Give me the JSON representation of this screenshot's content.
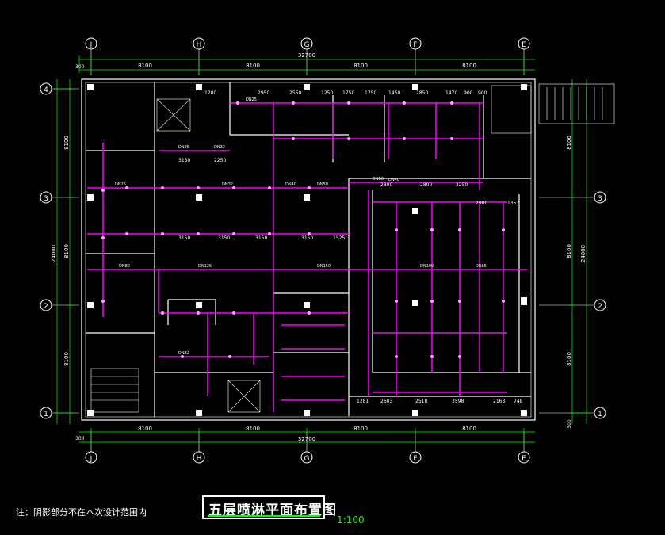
{
  "axes_top": [
    "J",
    "H",
    "G",
    "F",
    "E"
  ],
  "axes_bottom": [
    "J",
    "H",
    "G",
    "F",
    "E"
  ],
  "axes_left": [
    "4",
    "3",
    "2",
    "1"
  ],
  "axes_right": [
    "3",
    "2",
    "1"
  ],
  "dims_top_bays": [
    "8100",
    "8100",
    "8100",
    "8100"
  ],
  "dims_top_total": "32700",
  "dims_top_edge": "300",
  "dims_bottom_bays": [
    "8100",
    "8100",
    "8100",
    "8100"
  ],
  "dims_bottom_total": "32700",
  "dims_bottom_edge": "300",
  "dims_left_total": "24000",
  "dims_left_bays": [
    "8100",
    "8100",
    "8100"
  ],
  "dims_right_total": "24000",
  "dims_right_bays": [
    "8100",
    "8100",
    "8100"
  ],
  "dims_right_edge": "300",
  "top_segment_dims": [
    "1280",
    "2950",
    "2550",
    "1250",
    "1750",
    "1750",
    "1450",
    "2850",
    "1470",
    "900",
    "900"
  ],
  "grid_dims_h1": [
    "3150",
    "2250"
  ],
  "grid_dims_h2": [
    "3150",
    "3150",
    "3150",
    "3150",
    "1525"
  ],
  "grid_dims_h3": [
    "2800",
    "2800",
    "2250"
  ],
  "grid_dims_h4": [
    "2900",
    "1357"
  ],
  "grid_dims_bottom": [
    "1281",
    "2603",
    "2518",
    "3598",
    "2163",
    "748"
  ],
  "pipe_labels": [
    "DN25",
    "DN32",
    "DN40",
    "DN50",
    "DN65",
    "DN80",
    "DN100",
    "DN125",
    "DN150"
  ],
  "scale": "1:100",
  "drawing_title": "五层喷淋平面布置图",
  "note": "注：阴影部分不在本次设计范围内",
  "colors": {
    "background": "#000000",
    "pipe": "#ff00ff",
    "dimension": "#00ff00",
    "wall": "#ffffff",
    "text": "#ffffff",
    "grid_line": "#ffffff"
  }
}
